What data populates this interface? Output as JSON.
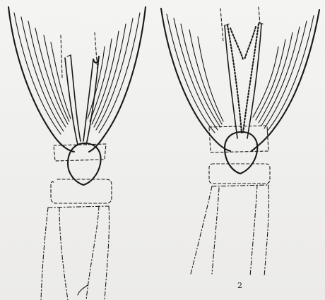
{
  "figure": {
    "panels": [
      {
        "id": "left",
        "label": ""
      },
      {
        "id": "right",
        "label": "2"
      }
    ]
  }
}
